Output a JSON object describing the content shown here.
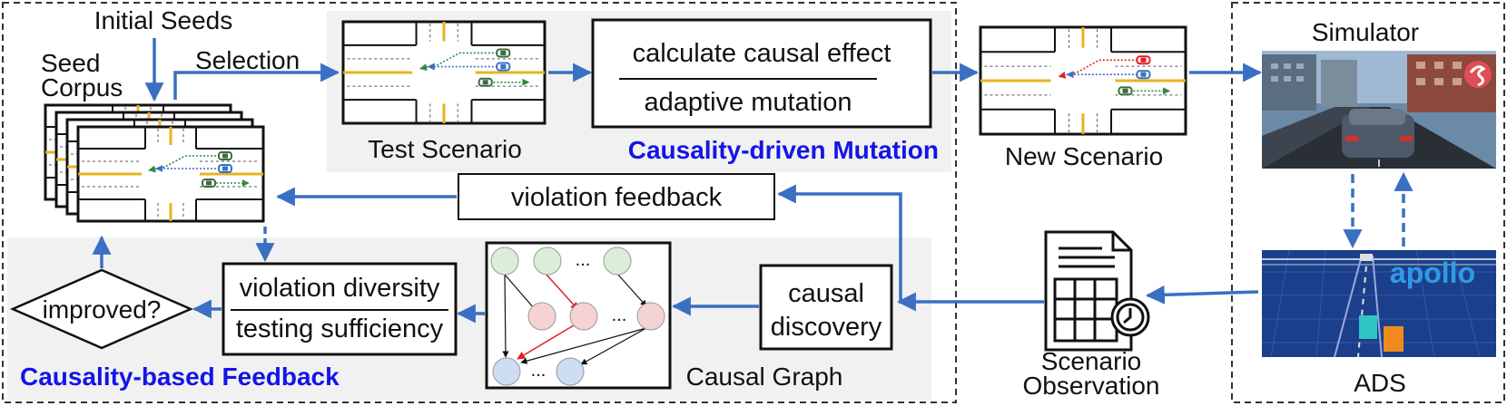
{
  "labels": {
    "initial_seeds": "Initial Seeds",
    "seed": "Seed",
    "corpus": "Corpus",
    "selection": "Selection",
    "test_scenario": "Test Scenario",
    "calc_causal": "calculate causal effect",
    "adaptive_mutation": "adaptive mutation",
    "causality_mutation": "Causality-driven Mutation",
    "new_scenario": "New Scenario",
    "simulator": "Simulator",
    "violation_feedback": "violation feedback",
    "violation_diversity": "violation diversity",
    "testing_sufficiency": "testing sufficiency",
    "improved": "improved?",
    "causality_feedback": "Causality-based Feedback",
    "causal_graph": "Causal Graph",
    "causal": "causal",
    "discovery": "discovery",
    "scenario": "Scenario",
    "observation": "Observation",
    "ads": "ADS",
    "apollo": "apollo",
    "ellipsis": "..."
  },
  "colors": {
    "arrow": "#3a6fc4",
    "title_blue": "#1414e6",
    "panel_grey": "#f1f1f1",
    "node_green": "#dbeed7",
    "node_red": "#f6d3d3",
    "node_blue": "#cdddf3",
    "road_yellow": "#e6b422"
  }
}
